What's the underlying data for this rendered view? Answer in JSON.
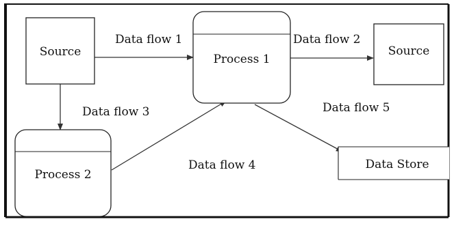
{
  "nodes": {
    "source_left": {
      "label": "Source"
    },
    "process_1": {
      "label": "Process 1"
    },
    "source_right": {
      "label": "Source"
    },
    "process_2": {
      "label": "Process 2"
    },
    "data_store": {
      "label": "Data Store"
    }
  },
  "flows": {
    "flow_1": {
      "label": "Data flow 1"
    },
    "flow_2": {
      "label": "Data flow 2"
    },
    "flow_3": {
      "label": "Data flow 3"
    },
    "flow_4": {
      "label": "Data flow 4"
    },
    "flow_5": {
      "label": "Data flow 5"
    }
  }
}
